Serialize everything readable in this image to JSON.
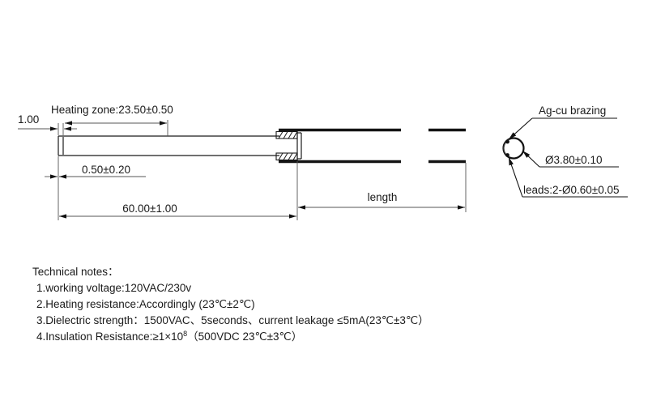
{
  "drawing": {
    "title": "heating-element-technical-drawing",
    "dimensions": {
      "end_offset": "1.00",
      "heating_zone": "Heating zone:23.50±0.50",
      "wall_thickness": "0.50±0.20",
      "total_length": "60.00±1.00",
      "lead_length": "length"
    },
    "callouts": {
      "brazing": "Ag-cu brazing",
      "diameter": "Ø3.80±0.10",
      "leads": "leads:2-Ø0.60±0.05"
    },
    "colors": {
      "line": "#1a1a1a",
      "thin_line": "#555555",
      "background": "#ffffff"
    }
  },
  "notes": {
    "heading": "Technical notes：",
    "items": [
      "1.working voltage:120VAC/230v",
      "2.Heating resistance:Accordingly  (23℃±2℃)",
      "3.Dielectric strength：1500VAC、5seconds、current leakage ≤5mA(23℃±3℃）"
    ],
    "item4_pre": "4.Insulation Resistance:≥1×10",
    "item4_sup": "8",
    "item4_post": "（500VDC  23℃±3℃）"
  }
}
